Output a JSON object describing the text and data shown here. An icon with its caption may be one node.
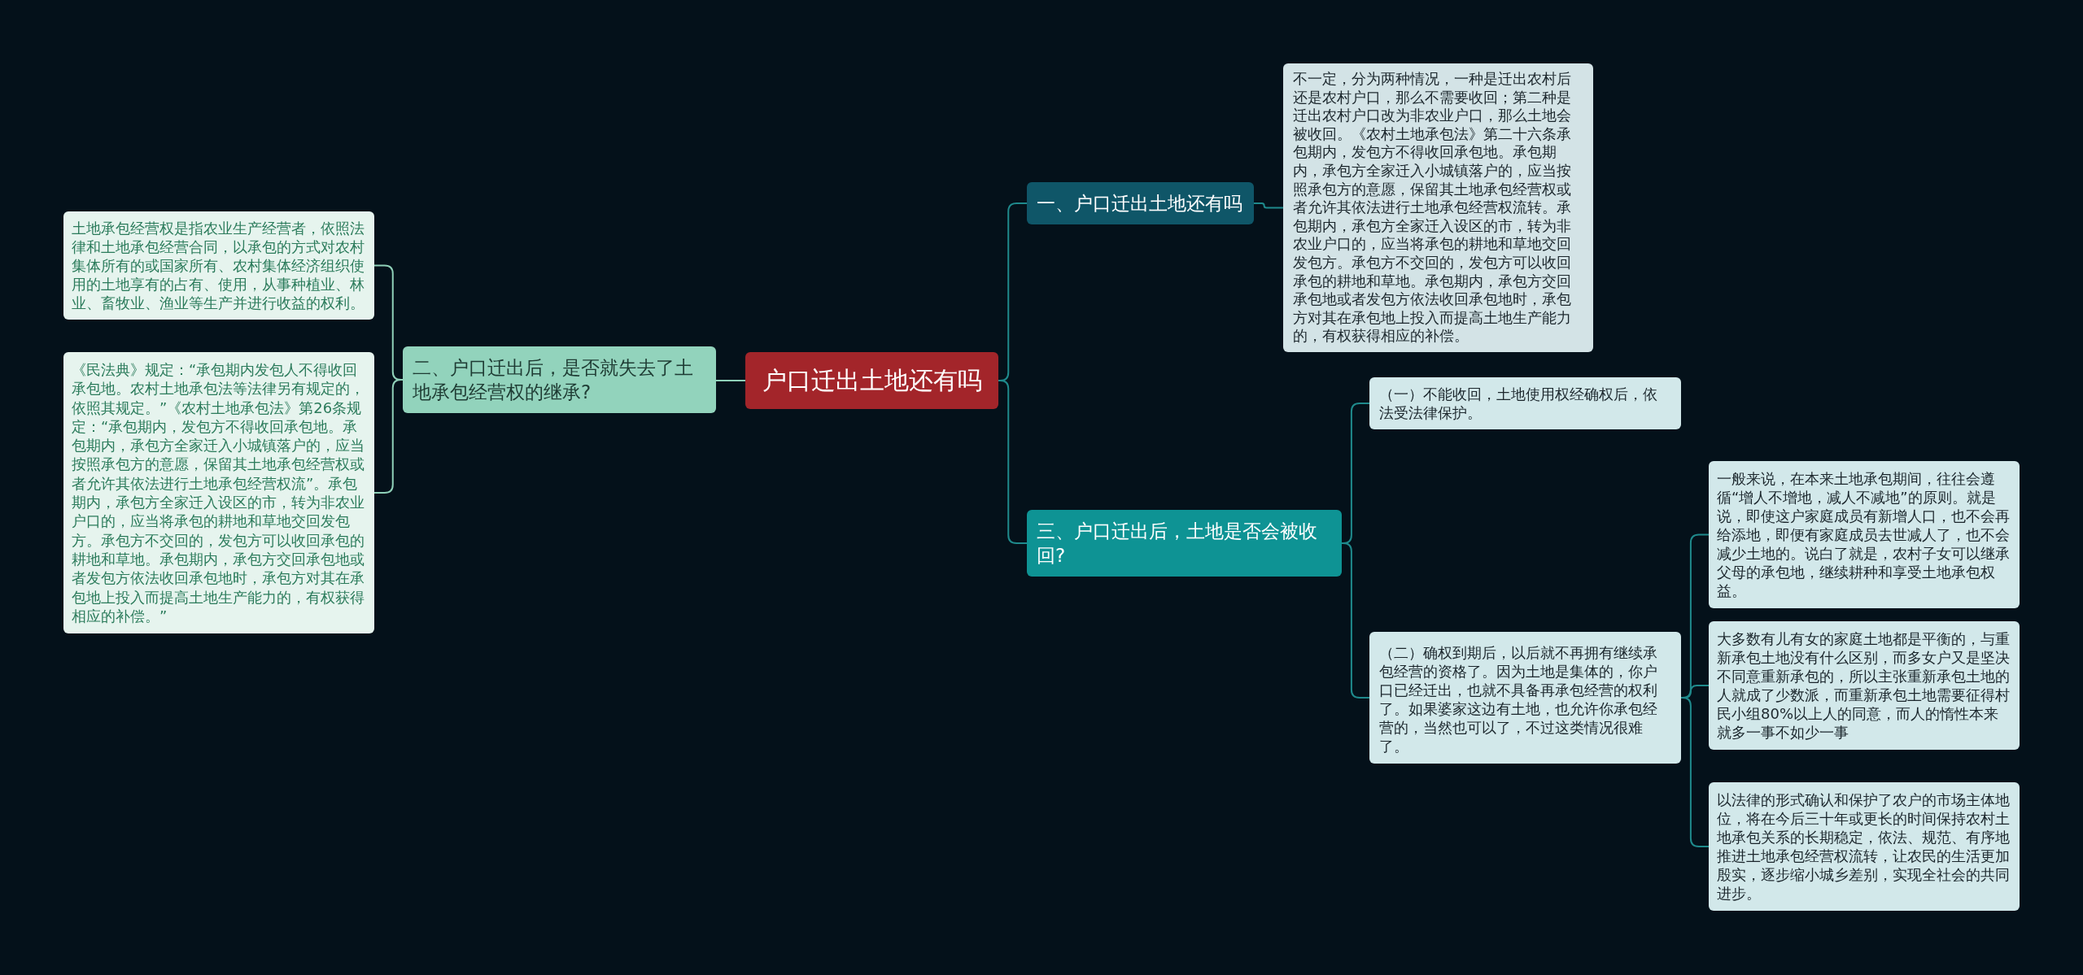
{
  "diagram": {
    "nodes": [
      {
        "text": [
          "户口迁出土地还有吗"
        ]
      },
      {
        "text": [
          "一、户口迁出土地还有吗"
        ]
      },
      {
        "text": [
          "不一定，分为两种情况，一种是迁出农村后还是农村户口，那么不需要收回；第二种是迁出农村户口改为非农业户口，那么土地会被收回。《农村土地承包法》第二十六条承包期内，发包方不得收回承包地。承包期内，承包方全家迁入小城镇落户的，应当按照承包方的意愿，保留其土地承包经营权或者允许其依法进行土地承包经营权流转。承包期内，承包方全家迁入设区的市，转为非农业户口的，应当将承包的耕地和草地交回发包方。承包方不交回的，发包方可以收回承包的耕地和草地。承包期内，承包方交回承包地或者发包方依法收回承包地时，承包方对其在承包地上投入而提高土地生产能力的，有权获得相应的补偿。"
        ]
      },
      {
        "text": [
          "二、户口迁出后，是否就失去了土地承包经营权的继承?"
        ]
      },
      {
        "text": [
          "土地承包经营权是指农业生产经营者，依照法律和土地承包经营合同，以承包的方式对农村集体所有的或国家所有、农村集体经济组织使用的土地享有的占有、使用，从事种植业、林业、畜牧业、渔业等生产并进行收益的权利。"
        ]
      },
      {
        "text": [
          "《民法典》规定：“承包期内发包人不得收回承包地。农村土地承包法等法律另有规定的，依照其规定。”《农村土地承包法》第26条规定：“承包期内，发包方不得收回承包地。承包期内，承包方全家迁入小城镇落户的，应当按照承包方的意愿，保留其土地承包经营权或者允许其依法进行土地承包经营权流”。承包期内，承包方全家迁入设区的市，转为非农业户口的，应当将承包的耕地和草地交回发包方。承包方不交回的，发包方可以收回承包的耕地和草地。承包期内，承包方交回承包地或者发包方依法收回承包地时，承包方对其在承包地上投入而提高土地生产能力的，有权获得相应的补偿。”"
        ]
      },
      {
        "text": [
          "三、户口迁出后，土地是否会被收回?"
        ]
      },
      {
        "text": [
          "（一）不能收回，土地使用权经确权后，依法受法律保护。"
        ]
      },
      {
        "text": [
          "（二）确权到期后，以后就不再拥有继续承包经营的资格了。因为土地是集体的，你户口已经迁出，也就不具备再承包经营的权利了。如果婆家这边有土地，也允许你承包经营的，当然也可以了，不过这类情况很难了。"
        ]
      },
      {
        "text": [
          "一般来说，在本来土地承包期间，往往会遵循“增人不增地，减人不减地”的原则。就是说，即使这户家庭成员有新增人口，也不会再给添地，即便有家庭成员去世减人了，也不会减少土地的。说白了就是，农村子女可以继承父母的承包地，继续耕种和享受土地承包权益。"
        ]
      },
      {
        "text": [
          "大多数有儿有女的家庭土地都是平衡的，与重新承包土地没有什么区别，而多女户又是坚决不同意重新承包的，所以主张重新承包土地的人就成了少数派，而重新承包土地需要征得村民小组80%以上人的同意，而人的惰性本来就多一事不如少一事"
        ]
      },
      {
        "text": [
          "以法律的形式确认和保护了农户的市场主体地位，将在今后三十年或更长的时间保持农村土地承包关系的长期稳定，依法、规范、有序地推进土地承包经营权流转，让农民的生活更加殷实，逐步缩小城乡差别，实现全社会的共同进步。"
        ]
      }
    ],
    "edges": [
      {
        "from": 0,
        "to": 1,
        "arrow": "none"
      },
      {
        "from": 1,
        "to": 2,
        "arrow": "none"
      },
      {
        "from": 0,
        "to": 3,
        "arrow": "none",
        "color": "#8fd0b8"
      },
      {
        "from": 3,
        "to": 4,
        "arrow": "none",
        "color": "#8fd0b8"
      },
      {
        "from": 3,
        "to": 5,
        "arrow": "none",
        "color": "#8fd0b8"
      },
      {
        "from": 0,
        "to": 6,
        "arrow": "none"
      },
      {
        "from": 6,
        "to": 7,
        "arrow": "none"
      },
      {
        "from": 6,
        "to": 8,
        "arrow": "none"
      },
      {
        "from": 8,
        "to": 9,
        "arrow": "none"
      },
      {
        "from": 8,
        "to": 10,
        "arrow": "none"
      },
      {
        "from": 8,
        "to": 11,
        "arrow": "none"
      }
    ]
  }
}
